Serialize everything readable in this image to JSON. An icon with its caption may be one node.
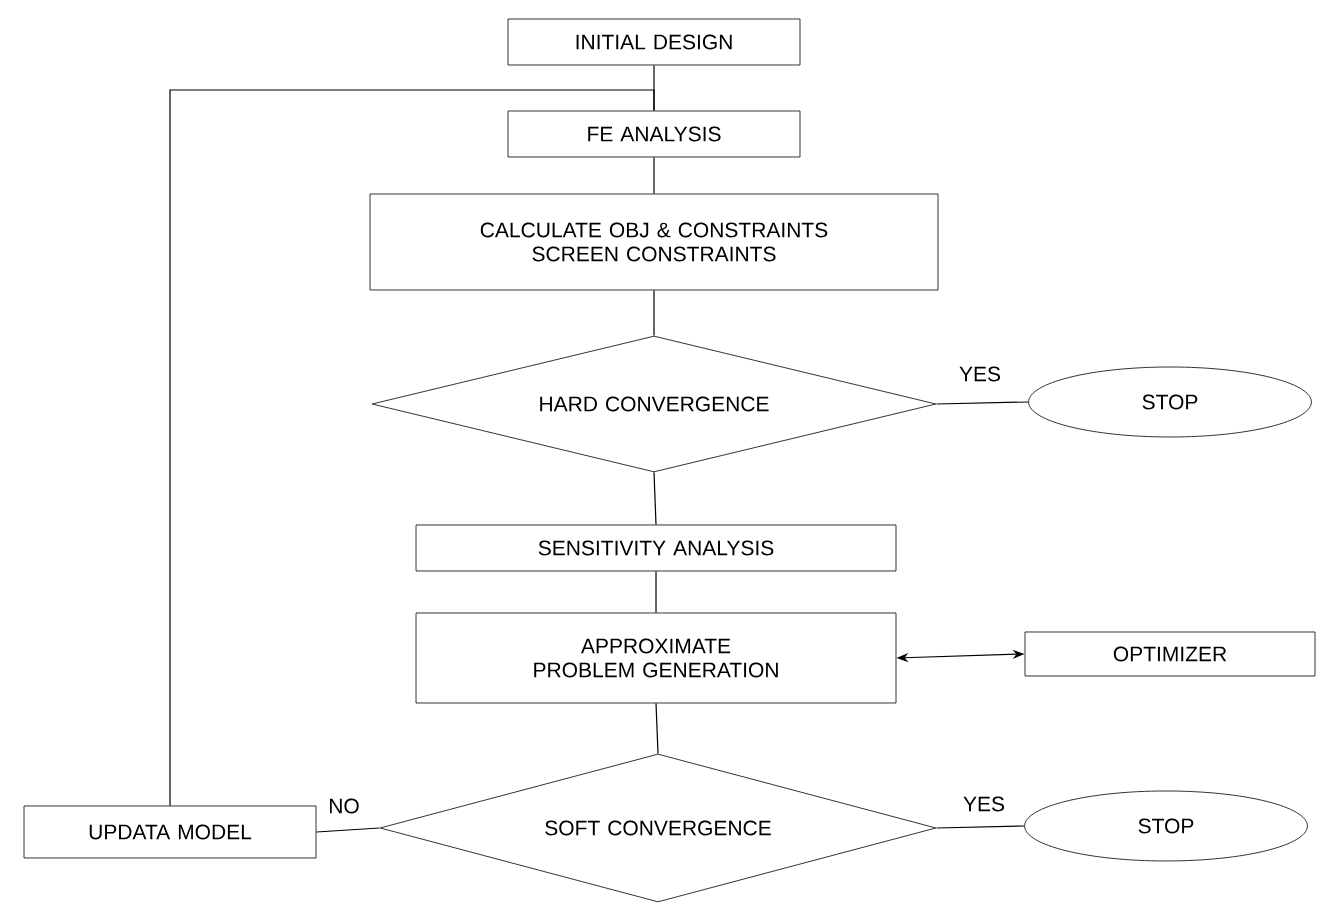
{
  "diagram": {
    "nodes": [
      {
        "text": [
          "INITIAL DESIGN"
        ]
      },
      {
        "text": [
          "FE ANALYSIS"
        ]
      },
      {
        "text": [
          "CALCULATE OBJ & CONSTRAINTS SCREEN CONSTRAINTS"
        ]
      },
      {
        "text": [
          "HARD CONVERGENCE"
        ]
      },
      {
        "text": [
          "STOP"
        ]
      },
      {
        "text": [
          "SENSITIVITY ANALYSIS"
        ]
      },
      {
        "text": [
          "APPROXIMATE PROBLEM GENERATION"
        ]
      },
      {
        "text": [
          "OPTIMIZER"
        ]
      },
      {
        "text": [
          "SOFT CONVERGENCE"
        ]
      },
      {
        "text": [
          "STOP"
        ]
      },
      {
        "text": [
          "UPDATA MODEL"
        ]
      }
    ],
    "edges": [
      {
        "from": 0,
        "to": 1,
        "arrow": "none"
      },
      {
        "from": 1,
        "to": 2,
        "arrow": "none"
      },
      {
        "from": 2,
        "to": 3,
        "arrow": "none"
      },
      {
        "from": 3,
        "to": 4,
        "arrow": "none",
        "label": "YES"
      },
      {
        "from": 3,
        "to": 5,
        "arrow": "none"
      },
      {
        "from": 5,
        "to": 6,
        "arrow": "none"
      },
      {
        "from": 6,
        "to": 7,
        "arrow": "both"
      },
      {
        "from": 6,
        "to": 8,
        "arrow": "none"
      },
      {
        "from": 8,
        "to": 9,
        "arrow": "none",
        "label": "YES"
      },
      {
        "from": 8,
        "to": 10,
        "arrow": "none",
        "label": "NO"
      },
      {
        "from": 10,
        "to": 1,
        "arrow": "none"
      }
    ]
  }
}
